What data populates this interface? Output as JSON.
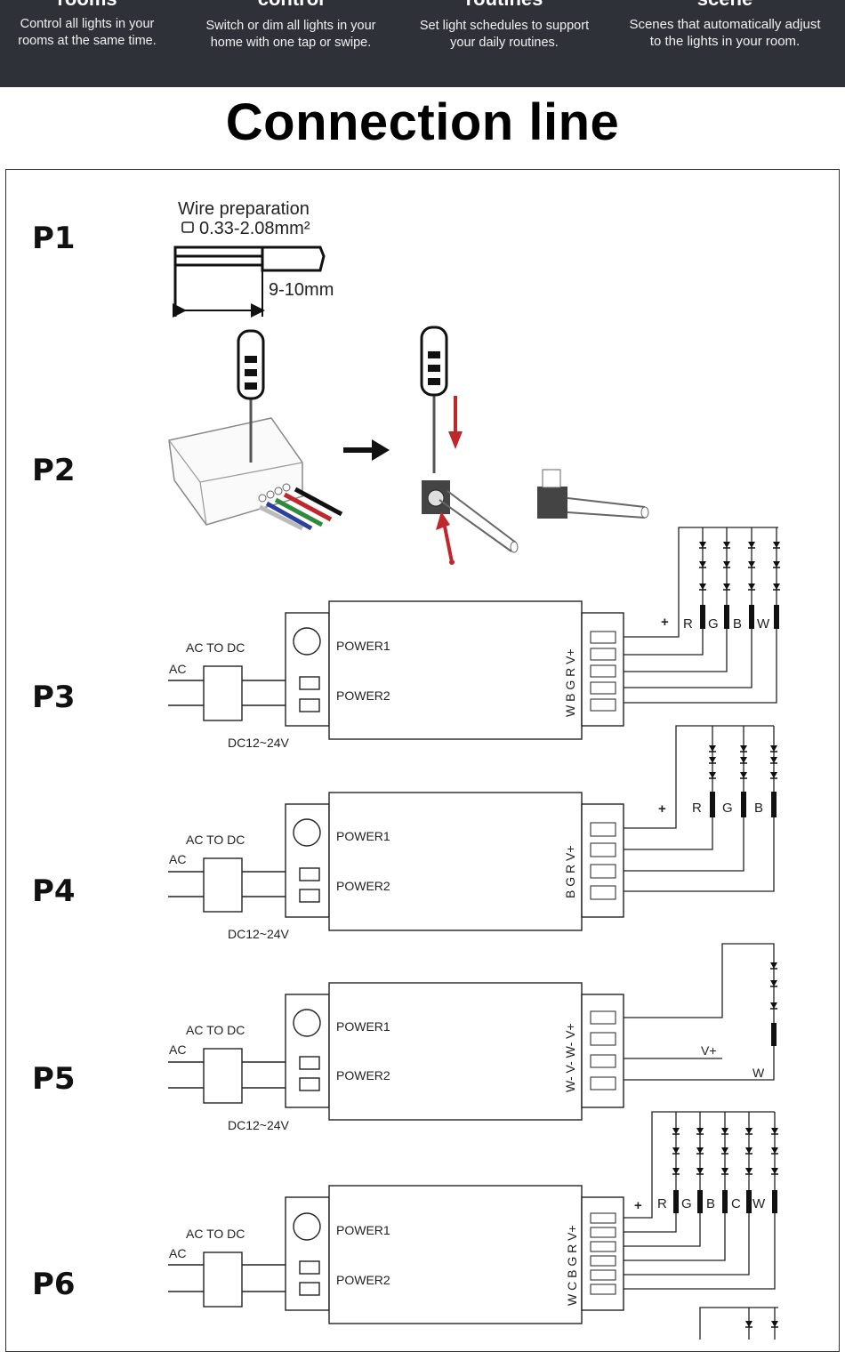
{
  "banner": {
    "features": [
      {
        "title": "rooms",
        "desc_line1": "Control all lights in your",
        "desc_line2": "rooms at the same time."
      },
      {
        "title": "control",
        "desc_line1": "Switch or dim all lights in your",
        "desc_line2": "home with one tap or swipe."
      },
      {
        "title": "routines",
        "desc_line1": "Set light schedules to support",
        "desc_line2": "your daily routines."
      },
      {
        "title": "scene",
        "desc_line1": "Scenes that automatically adjust",
        "desc_line2": "to the lights in your room."
      }
    ]
  },
  "section_title": "Connection line",
  "steps": {
    "p1": {
      "label": "P1",
      "wire_prep_line1": "Wire preparation",
      "wire_prep_line2": "0.33-2.08mm²",
      "strip_length": "9-10mm"
    },
    "p2": {
      "label": "P2"
    },
    "p3": {
      "label": "P3",
      "psu_label": "AC TO DC",
      "ac": "AC",
      "dc": "DC12~24V",
      "power1": "POWER1",
      "power2": "POWER2",
      "terminals": "W B G R V+",
      "strip": {
        "plus": "+",
        "channels": [
          "R",
          "G",
          "B",
          "W"
        ]
      }
    },
    "p4": {
      "label": "P4",
      "psu_label": "AC TO DC",
      "ac": "AC",
      "dc": "DC12~24V",
      "power1": "POWER1",
      "power2": "POWER2",
      "terminals": "B G R V+",
      "strip": {
        "plus": "+",
        "channels": [
          "R",
          "G",
          "B"
        ]
      }
    },
    "p5": {
      "label": "P5",
      "psu_label": "AC TO DC",
      "ac": "AC",
      "dc": "DC12~24V",
      "power1": "POWER1",
      "power2": "POWER2",
      "terminals": "W- V- W- V+",
      "strip": {
        "vplus": "V+",
        "w": "W"
      }
    },
    "p6": {
      "label": "P6",
      "psu_label": "AC TO DC",
      "ac": "AC",
      "power1": "POWER1",
      "power2": "POWER2",
      "terminals": "W C B G R V+",
      "strip": {
        "plus": "+",
        "channels": [
          "R",
          "G",
          "B",
          "C",
          "W"
        ]
      }
    }
  },
  "colors": {
    "banner_bg": "#2e3138",
    "arrow_red": "#c0272d",
    "wire_green": "#2e8b3a",
    "wire_blue": "#2a3f9e",
    "wire_red": "#c0272d"
  }
}
